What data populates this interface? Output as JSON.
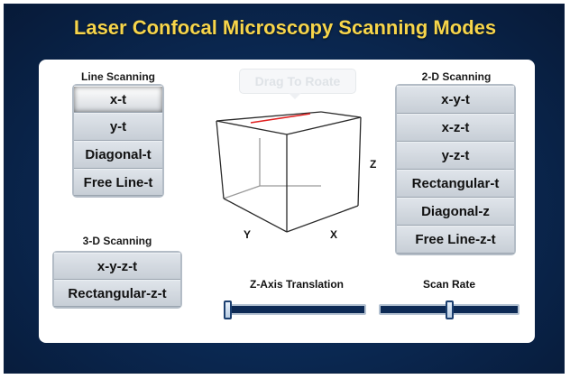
{
  "title": "Laser Confocal Microscopy Scanning Modes",
  "line_scanning": {
    "label": "Line Scanning",
    "buttons": [
      "x-t",
      "y-t",
      "Diagonal-t",
      "Free Line-t"
    ],
    "selected": "x-t"
  },
  "three_d_scanning": {
    "label": "3-D Scanning",
    "buttons": [
      "x-y-z-t",
      "Rectangular-z-t"
    ]
  },
  "two_d_scanning": {
    "label": "2-D Scanning",
    "buttons": [
      "x-y-t",
      "x-z-t",
      "y-z-t",
      "Rectangular-t",
      "Diagonal-z",
      "Free Line-z-t"
    ]
  },
  "viewer": {
    "tooltip": "Drag To Roate",
    "axis_x": "X",
    "axis_y": "Y",
    "axis_z": "Z",
    "scan_line_color": "#e02020"
  },
  "sliders": {
    "z_axis": {
      "label": "Z-Axis Translation",
      "value_fraction": 0.0
    },
    "scan_rate": {
      "label": "Scan Rate",
      "value_fraction": 0.5
    }
  },
  "colors": {
    "title": "#f7d54a",
    "background": "#0b2a55",
    "track": "#0d2a55"
  }
}
